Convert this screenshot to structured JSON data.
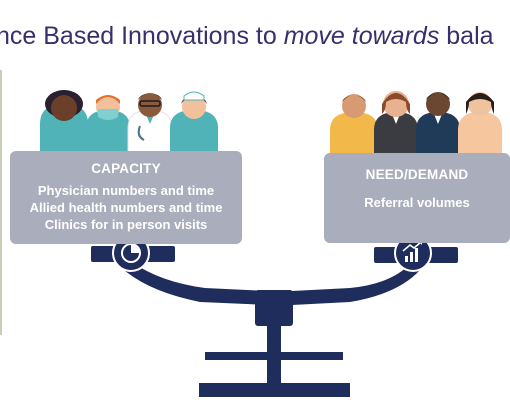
{
  "title": {
    "part1": "nce Based Innovations to ",
    "part2": "move towards",
    "part3": " bala"
  },
  "capacity": {
    "heading": "CAPACITY",
    "items": [
      "Physician numbers and time",
      "Allied health numbers and time",
      "Clinics for in person visits"
    ]
  },
  "need": {
    "heading": "NEED/DEMAND",
    "items": [
      "Referral volumes"
    ]
  },
  "icons": {
    "left_pan": "pie-chart-icon",
    "right_pan": "growth-chart-icon"
  },
  "colors": {
    "title": "#3a2f6b",
    "box": "#a9adbc",
    "scale": "#1f2d5c",
    "teal": "#4fb3b8"
  }
}
